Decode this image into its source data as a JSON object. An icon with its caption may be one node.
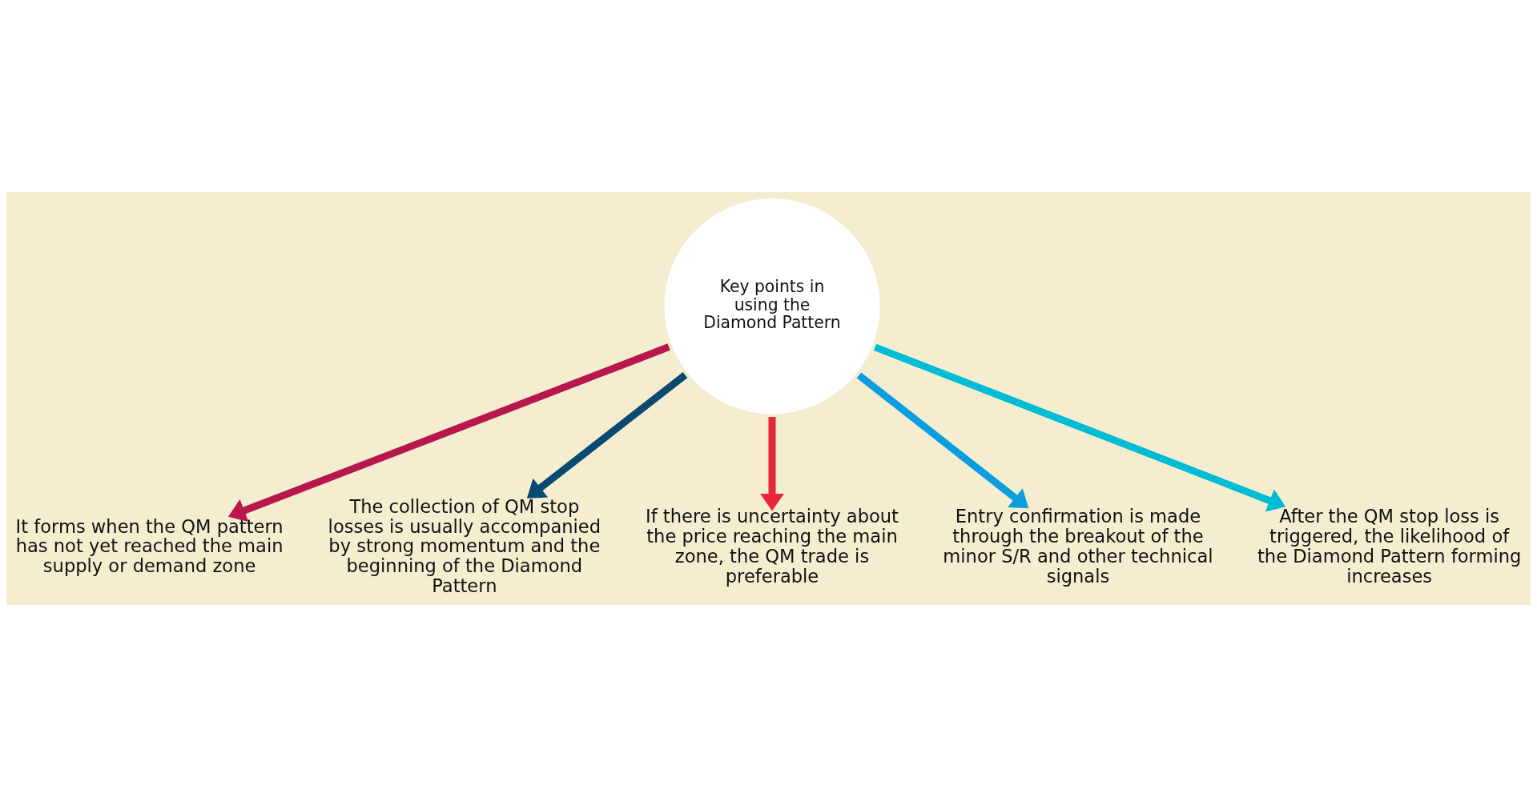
{
  "diagram": {
    "nodes": [
      {
        "text": [
          "Key points in using the Diamond Pattern"
        ]
      },
      {
        "text": [
          "It forms when the QM pattern has not yet reached the main supply or demand zone"
        ]
      },
      {
        "text": [
          "The collection of QM stop losses is usually accompanied by strong momentum and the beginning of the Diamond Pattern"
        ]
      },
      {
        "text": [
          "If there is uncertainty about the price reaching the main zone, the QM trade is preferable"
        ]
      },
      {
        "text": [
          "Entry confirmation is made through the breakout of the minor S/R and other technical signals"
        ]
      },
      {
        "text": [
          "After the QM stop loss is triggered, the likelihood of the Diamond Pattern forming increases"
        ]
      }
    ],
    "edges": [
      {
        "from": 0,
        "to": 1,
        "arrow": "to",
        "color": "#b8174b"
      },
      {
        "from": 0,
        "to": 3,
        "arrow": "to",
        "color": "#e8283a"
      },
      {
        "from": 0,
        "to": 5,
        "arrow": "to",
        "color": "#00bcd4"
      },
      {
        "from": 0,
        "to": 4,
        "arrow": "to",
        "color": "#0a9de0"
      },
      {
        "from": 0,
        "to": 2,
        "arrow": "to",
        "color": "#0a4a70"
      }
    ]
  }
}
